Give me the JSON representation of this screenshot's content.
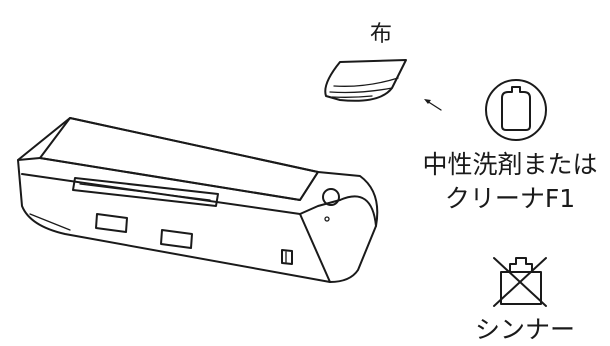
{
  "labels": {
    "cloth": "布",
    "neutral_detergent_line1": "中性洗剤または",
    "neutral_detergent_line2": "クリーナF1",
    "thinner": "シンナー"
  }
}
